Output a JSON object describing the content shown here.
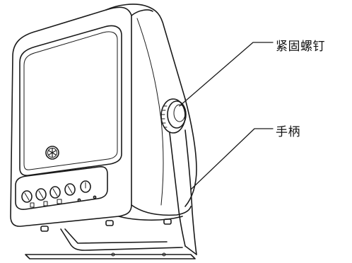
{
  "labels": {
    "tightening_screw": "紧固螺钉",
    "handle": "手柄"
  },
  "icons": {
    "brand_logo": "yamaha-tuning-fork-logo",
    "controls": [
      "knob-icon",
      "knob-icon",
      "knob-icon",
      "knob-icon",
      "knob-icon"
    ]
  },
  "colors": {
    "line": "#1a1a1a",
    "background": "#ffffff"
  }
}
